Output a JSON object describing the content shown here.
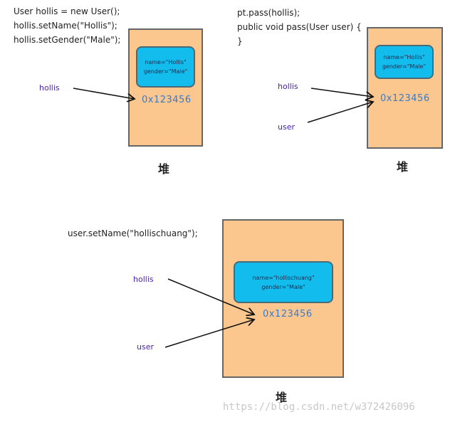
{
  "panel1": {
    "code": [
      "User hollis = new User();",
      "hollis.setName(\"Hollis\");",
      "hollis.setGender(\"Male\");"
    ],
    "obj": [
      "name=\"Hollis\"",
      "gender=\"Male\""
    ],
    "address": "0x123456",
    "vars": [
      "hollis"
    ],
    "heap_label": "堆"
  },
  "panel2": {
    "code": [
      "pt.pass(hollis);",
      "public void pass(User user) {",
      "}"
    ],
    "obj": [
      "name=\"Hollis\"",
      "gender=\"Male\""
    ],
    "address": "0x123456",
    "vars": [
      "hollis",
      "user"
    ],
    "heap_label": "堆"
  },
  "panel3": {
    "code": [
      "user.setName(\"hollischuang\");"
    ],
    "obj": [
      "name=\"hollischuang\"",
      "gender=\"Male\""
    ],
    "address": "0x123456",
    "vars": [
      "hollis",
      "user"
    ],
    "heap_label": "堆"
  },
  "watermark": "https://blog.csdn.net/w372426096"
}
